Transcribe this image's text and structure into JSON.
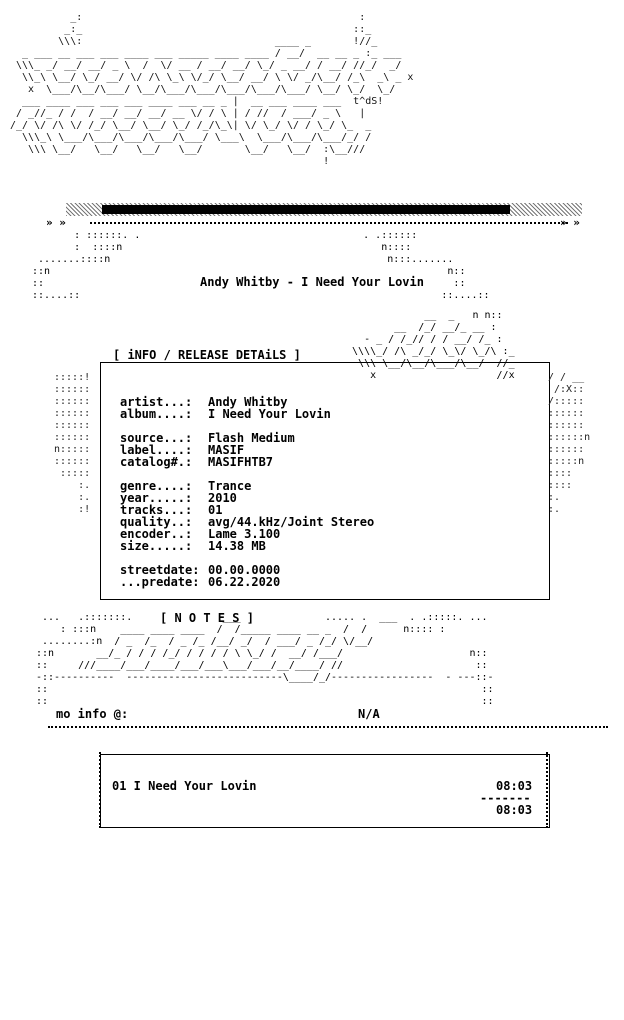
{
  "header": {
    "title": "Andy Whitby - I Need Your Lovin",
    "ansi_signature": "t^dS!"
  },
  "info_section": {
    "heading": "[ iNFO / RELEASE DETAiLS ]",
    "fields": [
      {
        "key": "artist...:",
        "value": "Andy Whitby"
      },
      {
        "key": "album....:",
        "value": "I Need Your Lovin"
      },
      {
        "key": "",
        "value": ""
      },
      {
        "key": "source...:",
        "value": "Flash Medium"
      },
      {
        "key": "label....:",
        "value": "MASIF"
      },
      {
        "key": "catalog#.:",
        "value": "MASIFHTB7"
      },
      {
        "key": "",
        "value": ""
      },
      {
        "key": "genre....:",
        "value": "Trance"
      },
      {
        "key": "year.....:",
        "value": "2010"
      },
      {
        "key": "tracks...:",
        "value": "01"
      },
      {
        "key": "quality..:",
        "value": "avg/44.kHz/Joint Stereo"
      },
      {
        "key": "encoder..:",
        "value": "Lame 3.100"
      },
      {
        "key": "size.....:",
        "value": "14.38 MB"
      },
      {
        "key": "",
        "value": ""
      },
      {
        "key": "streetdate:",
        "value": "00.00.0000"
      },
      {
        "key": "...predate:",
        "value": "06.22.2020"
      }
    ]
  },
  "notes_section": {
    "heading": "[ N O T E S ]",
    "label": "mo info @:",
    "value": "N/A"
  },
  "tracklist": {
    "tracks": [
      {
        "number": "01",
        "title": "I Need Your Lovin",
        "duration": "08:03"
      }
    ],
    "separator": "-------",
    "total": "08:03"
  },
  "progress": {
    "filled_fraction": 0.86
  }
}
